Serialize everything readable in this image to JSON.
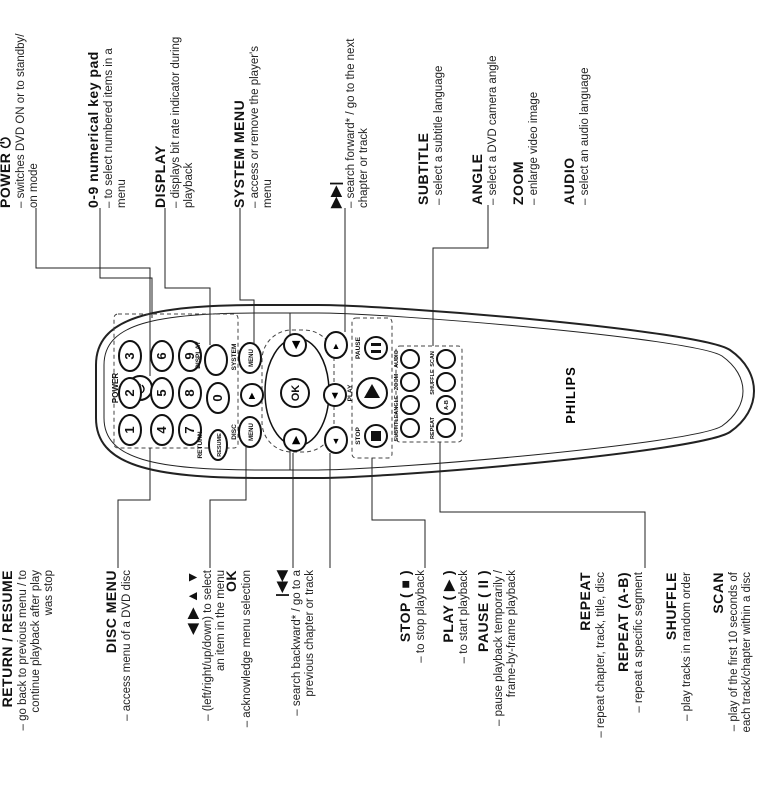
{
  "brand": "PHILIPS",
  "remote_labels": {
    "power": "POWER",
    "display": "DISPLAY",
    "system": "SYSTEM",
    "menu": "MENU",
    "return": "RETURN",
    "resume": "RESUME",
    "disc": "DISC",
    "ok": "OK",
    "stop": "STOP",
    "play": "PLAY",
    "pause": "PAUSE",
    "subtitle": "SUBTITLE",
    "angle": "ANGLE",
    "zoom": "ZOOM",
    "audio": "AUDIO",
    "repeat": "REPEAT",
    "shuffle": "SHUFFLE",
    "scan": "SCAN",
    "ab": "A-B",
    "digits": [
      "1",
      "2",
      "3",
      "4",
      "5",
      "6",
      "7",
      "8",
      "9",
      "0"
    ]
  },
  "top_callouts": [
    {
      "title": "POWER ⏻",
      "lines": [
        "– switches DVD ON or to standby/",
        "on mode"
      ]
    },
    {
      "title": "0-9 numerical key pad",
      "lines": [
        "– to select numbered items in a",
        "menu"
      ]
    },
    {
      "title": "DISPLAY",
      "lines": [
        "– displays bit rate indicator during",
        "playback"
      ]
    },
    {
      "title": "SYSTEM MENU",
      "lines": [
        "– access or remove the player's",
        "menu"
      ]
    },
    {
      "title": "▶▶|",
      "lines": [
        "– search forward* / go to the next",
        "chapter or track"
      ]
    }
  ],
  "top_right_callouts": [
    {
      "title": "SUBTITLE",
      "lines": [
        "– select a subtitle language"
      ]
    },
    {
      "title": "ANGLE",
      "lines": [
        "– select a DVD camera angle"
      ]
    },
    {
      "title": "ZOOM",
      "lines": [
        "– enlarge video image"
      ]
    },
    {
      "title": "AUDIO",
      "lines": [
        "– select an audio language"
      ]
    }
  ],
  "bottom_callouts": [
    {
      "title": "RETURN / RESUME",
      "lines": [
        "– go back to previous menu / to",
        "continue playback after play",
        "was stop"
      ]
    },
    {
      "title": "DISC MENU",
      "lines": [
        "– access menu of a DVD disc"
      ]
    },
    {
      "title": "◀ ▶ ▲ ▼",
      "lines": [
        "– (left/right/up/down) to select",
        "an item in the menu"
      ]
    },
    {
      "title": "OK",
      "lines": [
        "– acknowledge menu selection"
      ]
    },
    {
      "title": "|◀◀",
      "lines": [
        "– search backward* / go to a",
        "previous chapter or track"
      ]
    },
    {
      "title": "STOP ( ■ )",
      "lines": [
        "– to stop playback"
      ]
    },
    {
      "title": "PLAY ( ▶ )",
      "lines": [
        "– to start playback"
      ]
    },
    {
      "title": "PAUSE ( II )",
      "lines": [
        "– pause playback temporarily /",
        "frame-by-frame playback"
      ]
    }
  ],
  "bottom_right_callouts": [
    {
      "title": "REPEAT",
      "lines": [
        "– repeat chapter, track, title, disc"
      ]
    },
    {
      "title": "REPEAT (A-B)",
      "lines": [
        "– repeat a specific segment"
      ]
    },
    {
      "title": "SHUFFLE",
      "lines": [
        "– play tracks in random order"
      ]
    },
    {
      "title": "SCAN",
      "lines": [
        "– play of the first 10 seconds of",
        "each track/chapter within a disc"
      ]
    }
  ]
}
